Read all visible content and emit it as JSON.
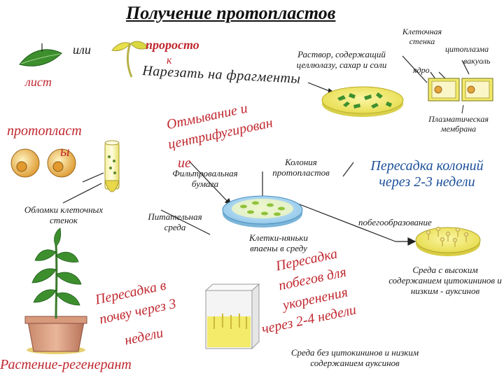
{
  "title": "Получение протопластов",
  "labels": {
    "or": "или",
    "leaf": "лист",
    "sprout_1": "проросто",
    "sprout_2": "к",
    "solution": "Раствор, содержащий целлюлазу, сахар и соли",
    "cut": "Нарезать на фрагменты",
    "cell_wall": "Клеточная стенка",
    "cytoplasm": "цитоплазма",
    "nucleus": "ядро",
    "vacuole": "вакуоль",
    "plasma_membrane": "Плазматическая мембрана",
    "wash_1": "Отмывание и",
    "wash_2": "центрифугирован",
    "wash_3": "ие",
    "protoplast_1": "протопласт",
    "protoplast_2": "ы",
    "filter_paper": "Фильтровальная бумага",
    "colony": "Колония протопластов",
    "transfer_colonies": "Пересадка колоний через 2-3 недели",
    "debris": "Обломки клеточных стенок",
    "medium": "Питательная среда",
    "nurse_cells": "Клетки-няньки впаены в среду",
    "shoot_formation": "побегообразование",
    "transfer_shoots_1": "Пересадка",
    "transfer_shoots_2": "побегов для",
    "transfer_shoots_3": "укоренения",
    "transfer_shoots_4": "через 2-4 недели",
    "high_cyto_medium": "Среда с высоким содержанием цитокининов и низким - ауксинов",
    "transfer_soil_1": "Пересадка в",
    "transfer_soil_2": "почву через 3",
    "transfer_soil_3": "недели",
    "no_cyto_medium": "Среда без цитокининов и низким содержанием ауксинов",
    "regenerant": "Растение-регенерант"
  },
  "colors": {
    "title": "#111111",
    "accent_red": "#c0282f",
    "dish_yellow": "#f3ec7a",
    "dish_blue": "#a9d4ee",
    "leaf_green": "#3d8f2e",
    "protoplast_orange": "#e5a23a"
  }
}
